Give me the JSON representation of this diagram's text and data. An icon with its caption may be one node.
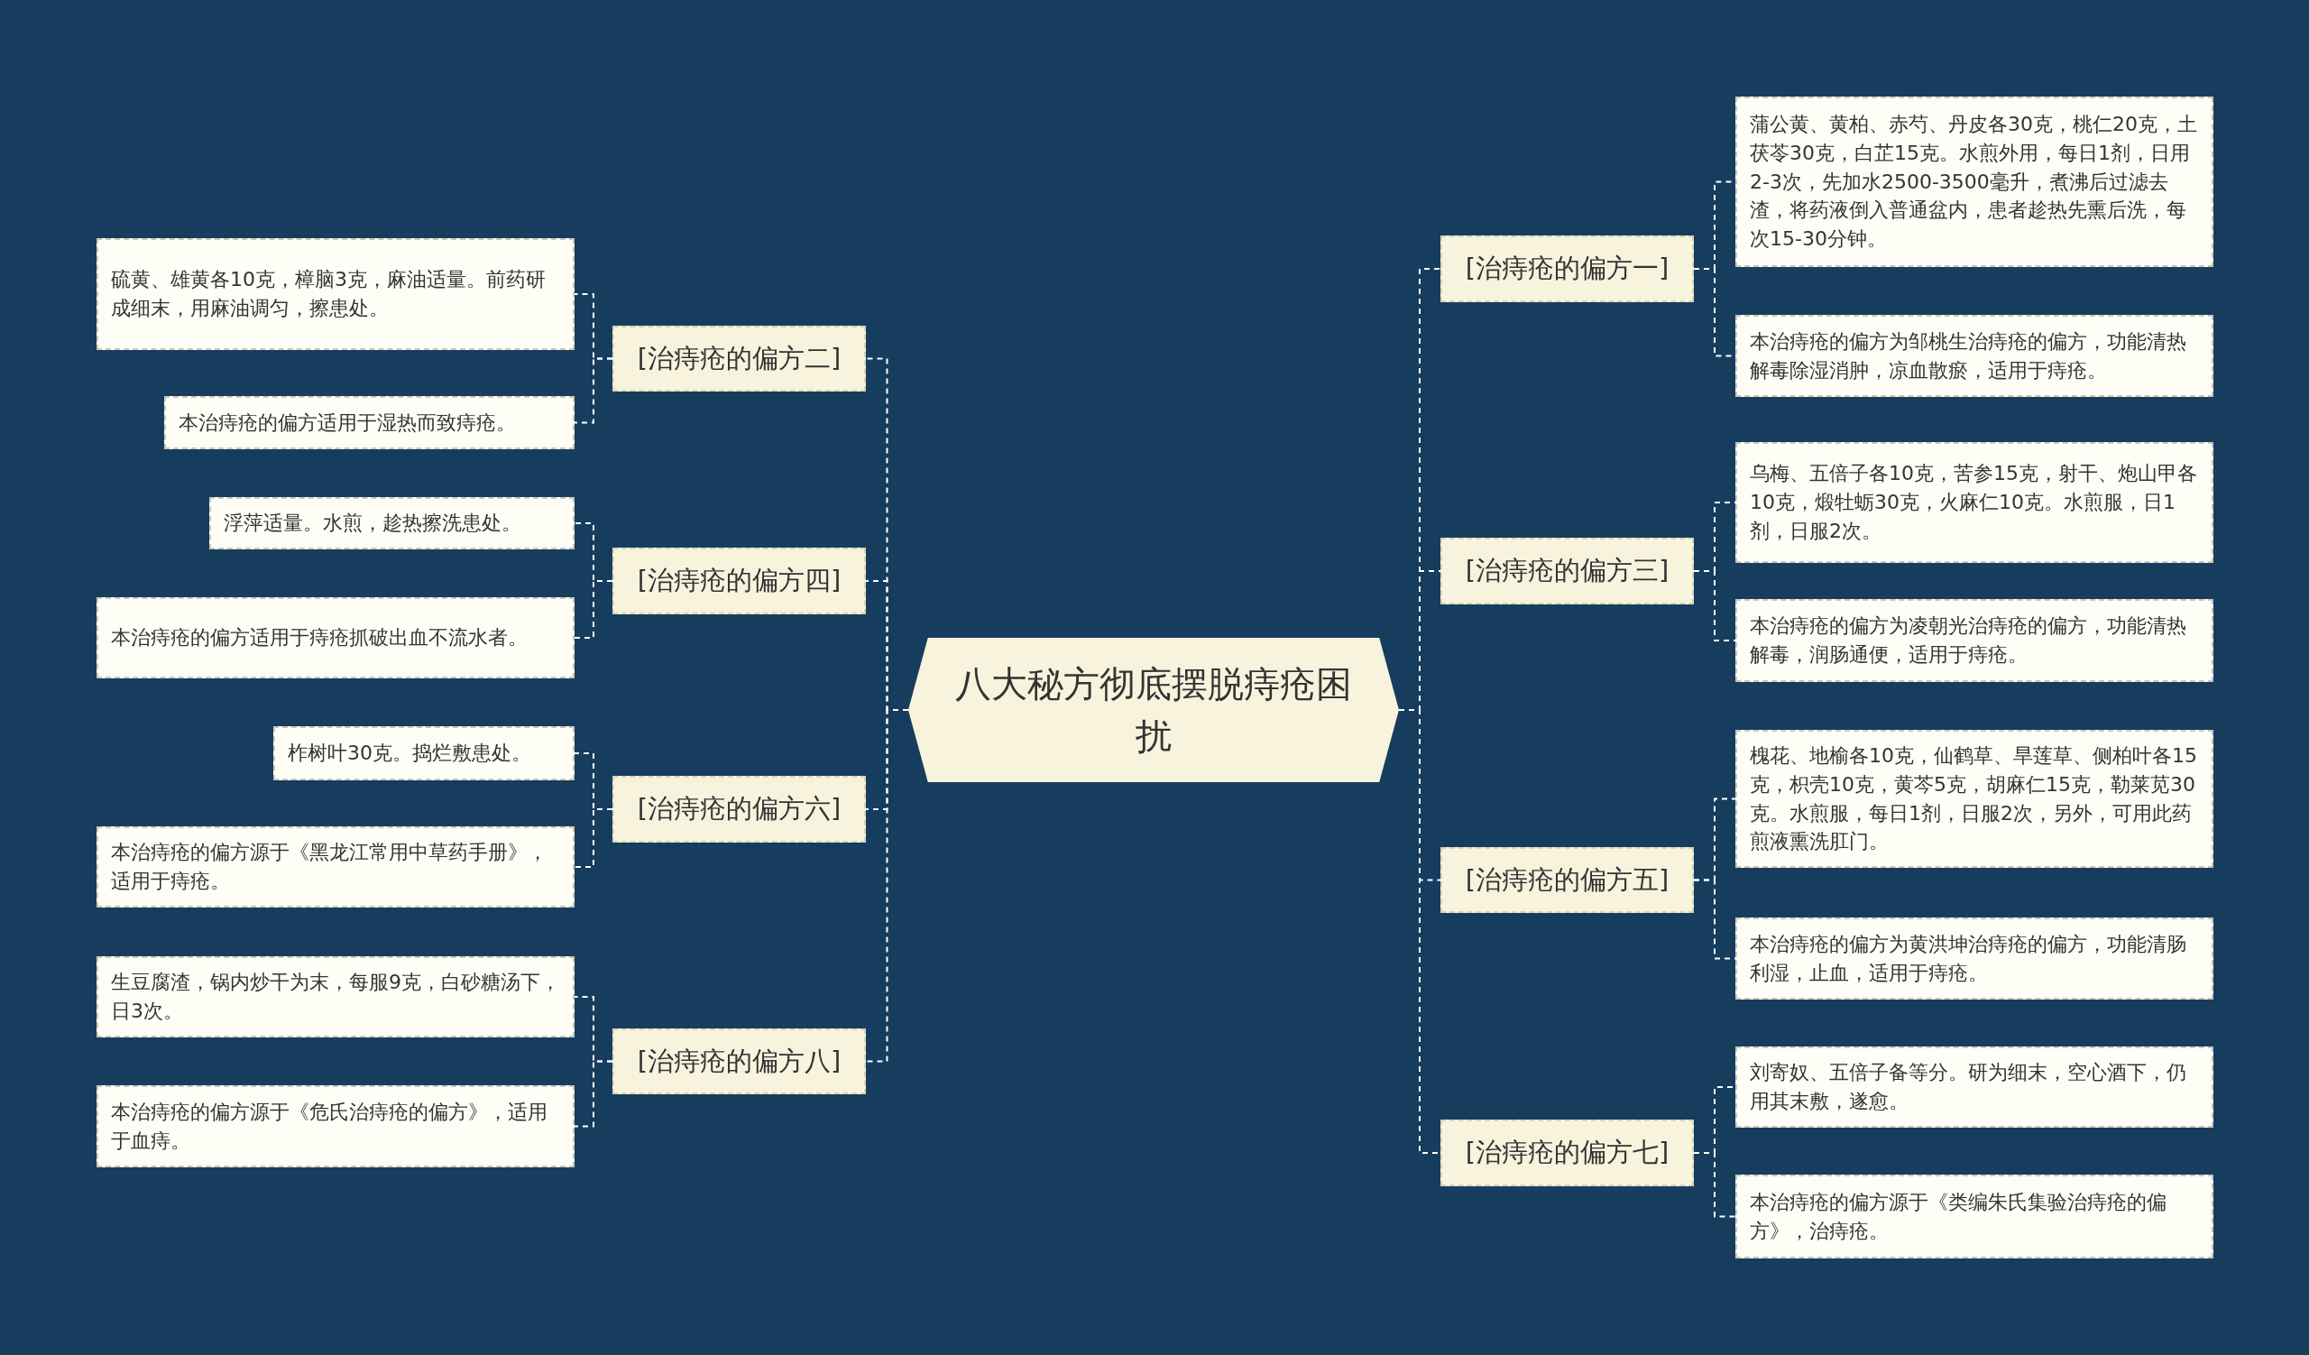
{
  "diagram": {
    "nodes": [
      {
        "text": [
          "八大秘方彻底摆脱痔疮困扰"
        ]
      },
      {
        "text": [
          "[治痔疮的偏方一]"
        ]
      },
      {
        "text": [
          "蒲公黄、黄柏、赤芍、丹皮各30克，桃仁20克，土茯苓30克，白芷15克。水煎外用，每日1剂，日用2-3次，先加水2500-3500毫升，煮沸后过滤去渣，将药液倒入普通盆内，患者趁热先熏后洗，每次15-30分钟。"
        ]
      },
      {
        "text": [
          "本治痔疮的偏方为邹桃生治痔疮的偏方，功能清热解毒除湿消肿，凉血散瘀，适用于痔疮。"
        ]
      },
      {
        "text": [
          "[治痔疮的偏方二]"
        ]
      },
      {
        "text": [
          "硫黄、雄黄各10克，樟脑3克，麻油适量。前药研成细末，用麻油调匀，擦患处。"
        ]
      },
      {
        "text": [
          "本治痔疮的偏方适用于湿热而致痔疮。"
        ]
      },
      {
        "text": [
          "[治痔疮的偏方三]"
        ]
      },
      {
        "text": [
          "乌梅、五倍子各10克，苦参15克，射干、炮山甲各10克，煅牡蛎30克，火麻仁10克。水煎服，日1剂，日服2次。"
        ]
      },
      {
        "text": [
          "本治痔疮的偏方为凌朝光治痔疮的偏方，功能清热解毒，润肠通便，适用于痔疮。"
        ]
      },
      {
        "text": [
          "[治痔疮的偏方四]"
        ]
      },
      {
        "text": [
          "浮萍适量。水煎，趁热擦洗患处。"
        ]
      },
      {
        "text": [
          "本治痔疮的偏方适用于痔疮抓破出血不流水者。"
        ]
      },
      {
        "text": [
          "[治痔疮的偏方五]"
        ]
      },
      {
        "text": [
          "槐花、地榆各10克，仙鹤草、旱莲草、侧柏叶各15克，枳壳10克，黄芩5克，胡麻仁15克，勒莱苋30克。水煎服，每日1剂，日服2次，另外，可用此药煎液熏洗肛门。"
        ]
      },
      {
        "text": [
          "本治痔疮的偏方为黄洪坤治痔疮的偏方，功能清肠利湿，止血，适用于痔疮。"
        ]
      },
      {
        "text": [
          "[治痔疮的偏方六]"
        ]
      },
      {
        "text": [
          "柞树叶30克。捣烂敷患处。"
        ]
      },
      {
        "text": [
          "本治痔疮的偏方源于《黑龙江常用中草药手册》，适用于痔疮。"
        ]
      },
      {
        "text": [
          "[治痔疮的偏方七]"
        ]
      },
      {
        "text": [
          "刘寄奴、五倍子备等分。研为细末，空心酒下，仍用其末敷，遂愈。"
        ]
      },
      {
        "text": [
          "本治痔疮的偏方源于《类编朱氏集验治痔疮的偏方》，治痔疮。"
        ]
      },
      {
        "text": [
          "[治痔疮的偏方八]"
        ]
      },
      {
        "text": [
          "生豆腐渣，锅内炒干为末，每服9克，白砂糖汤下，日3次。"
        ]
      },
      {
        "text": [
          "本治痔疮的偏方源于《危氏治痔疮的偏方》，适用于血痔。"
        ]
      }
    ],
    "edges": [
      {
        "from": 0,
        "to": 1,
        "arrow": "none"
      },
      {
        "from": 1,
        "to": 2,
        "arrow": "none"
      },
      {
        "from": 1,
        "to": 3,
        "arrow": "none"
      },
      {
        "from": 0,
        "to": 4,
        "arrow": "none"
      },
      {
        "from": 4,
        "to": 5,
        "arrow": "none"
      },
      {
        "from": 4,
        "to": 6,
        "arrow": "none"
      },
      {
        "from": 0,
        "to": 7,
        "arrow": "none"
      },
      {
        "from": 7,
        "to": 8,
        "arrow": "none"
      },
      {
        "from": 7,
        "to": 9,
        "arrow": "none"
      },
      {
        "from": 0,
        "to": 10,
        "arrow": "none"
      },
      {
        "from": 10,
        "to": 11,
        "arrow": "none"
      },
      {
        "from": 10,
        "to": 12,
        "arrow": "none"
      },
      {
        "from": 0,
        "to": 13,
        "arrow": "none"
      },
      {
        "from": 13,
        "to": 14,
        "arrow": "none"
      },
      {
        "from": 13,
        "to": 15,
        "arrow": "none"
      },
      {
        "from": 0,
        "to": 16,
        "arrow": "none"
      },
      {
        "from": 16,
        "to": 17,
        "arrow": "none"
      },
      {
        "from": 16,
        "to": 18,
        "arrow": "none"
      },
      {
        "from": 0,
        "to": 19,
        "arrow": "none"
      },
      {
        "from": 19,
        "to": 20,
        "arrow": "none"
      },
      {
        "from": 19,
        "to": 21,
        "arrow": "none"
      },
      {
        "from": 0,
        "to": 22,
        "arrow": "none"
      },
      {
        "from": 22,
        "to": 23,
        "arrow": "none"
      },
      {
        "from": 22,
        "to": 24,
        "arrow": "none"
      }
    ]
  }
}
